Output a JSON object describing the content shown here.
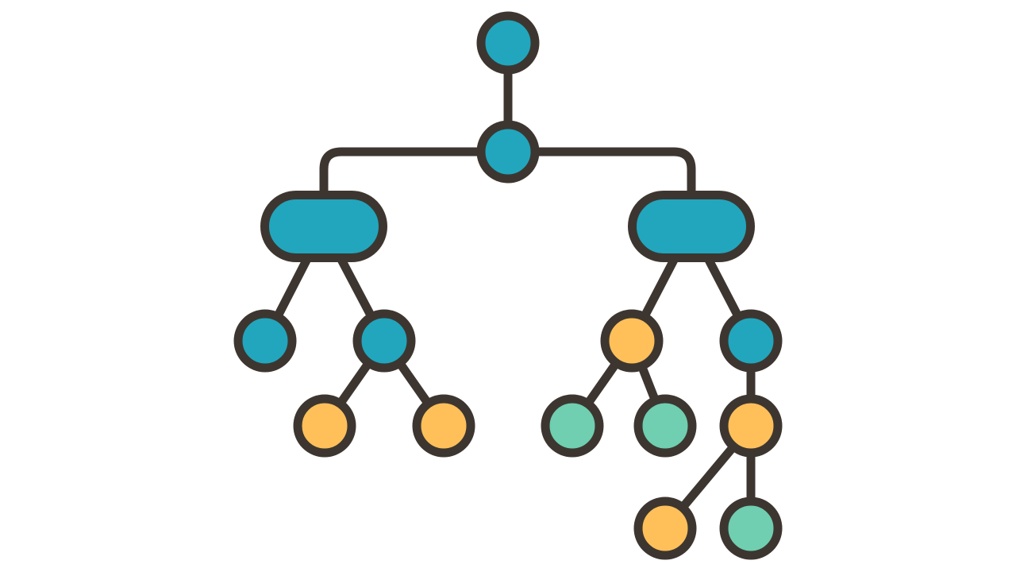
{
  "diagram": {
    "type": "tree",
    "colors": {
      "outline": "#3d3630",
      "blue": "#21a6bd",
      "yellow": "#ffc05a",
      "green": "#6fcfb0",
      "background": "#ffffff"
    },
    "nodes": [
      {
        "id": "root",
        "shape": "circle",
        "color": "blue"
      },
      {
        "id": "hub",
        "shape": "circle",
        "color": "blue"
      },
      {
        "id": "left-group",
        "shape": "pill",
        "color": "blue"
      },
      {
        "id": "right-group",
        "shape": "pill",
        "color": "blue"
      },
      {
        "id": "left-leaf",
        "shape": "circle",
        "color": "blue"
      },
      {
        "id": "left-branch",
        "shape": "circle",
        "color": "blue"
      },
      {
        "id": "left-branch-child-1",
        "shape": "circle",
        "color": "yellow"
      },
      {
        "id": "left-branch-child-2",
        "shape": "circle",
        "color": "yellow"
      },
      {
        "id": "right-yellow",
        "shape": "circle",
        "color": "yellow"
      },
      {
        "id": "right-yellow-child-1",
        "shape": "circle",
        "color": "green"
      },
      {
        "id": "right-yellow-child-2",
        "shape": "circle",
        "color": "green"
      },
      {
        "id": "right-blue",
        "shape": "circle",
        "color": "blue"
      },
      {
        "id": "right-blue-child",
        "shape": "circle",
        "color": "yellow"
      },
      {
        "id": "deep-child-1",
        "shape": "circle",
        "color": "yellow"
      },
      {
        "id": "deep-child-2",
        "shape": "circle",
        "color": "green"
      }
    ],
    "edges": [
      [
        "root",
        "hub"
      ],
      [
        "hub",
        "left-group"
      ],
      [
        "hub",
        "right-group"
      ],
      [
        "left-group",
        "left-leaf"
      ],
      [
        "left-group",
        "left-branch"
      ],
      [
        "left-branch",
        "left-branch-child-1"
      ],
      [
        "left-branch",
        "left-branch-child-2"
      ],
      [
        "right-group",
        "right-yellow"
      ],
      [
        "right-group",
        "right-blue"
      ],
      [
        "right-yellow",
        "right-yellow-child-1"
      ],
      [
        "right-yellow",
        "right-yellow-child-2"
      ],
      [
        "right-blue",
        "right-blue-child"
      ],
      [
        "right-blue-child",
        "deep-child-1"
      ],
      [
        "right-blue-child",
        "deep-child-2"
      ]
    ]
  }
}
